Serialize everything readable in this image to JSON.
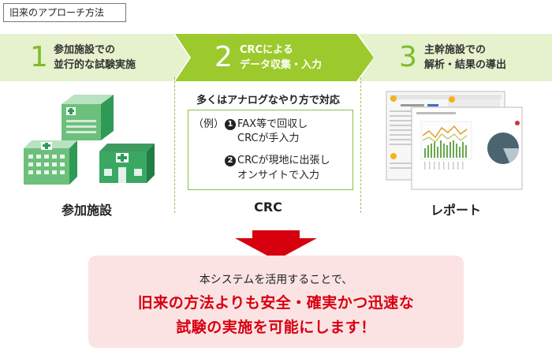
{
  "heading": "旧来のアプローチ方法",
  "steps": [
    {
      "number": "1",
      "line1": "参加施設での",
      "line2": "並行的な試験実施"
    },
    {
      "number": "2",
      "line1": "CRCによる",
      "line2": "データ収集・入力"
    },
    {
      "number": "3",
      "line1": "主幹施設での",
      "line2": "解析・結果の導出"
    }
  ],
  "columns": {
    "facility_label": "参加施設",
    "crc_label": "CRC",
    "report_label": "レポート"
  },
  "analog": {
    "title": "多くはアナログなやり方で対応",
    "example_prefix": "（例）",
    "item1_num": "1",
    "item1_line1": "FAX等で回収し",
    "item1_line2": "CRCが手入力",
    "item2_num": "2",
    "item2_line1": "CRCが現地に出張し",
    "item2_line2": "オンサイトで入力"
  },
  "result": {
    "sub": "本システムを活用することで、",
    "line1": "旧来の方法よりも安全・確実かつ迅速な",
    "line2": "試験の実施を可能にします！"
  },
  "colors": {
    "step_light": "#e6f1cd",
    "step_active": "#9cca2c",
    "accent_green": "#8dbf3f",
    "arrow_red": "#d7000f",
    "result_bg": "#fbe3e4",
    "building_dark": "#2f9a55",
    "building_light": "#6cc07c"
  },
  "icons": {
    "facility": "hospital-building-icon",
    "report": "report-document-icon",
    "arrow": "down-arrow-icon"
  }
}
